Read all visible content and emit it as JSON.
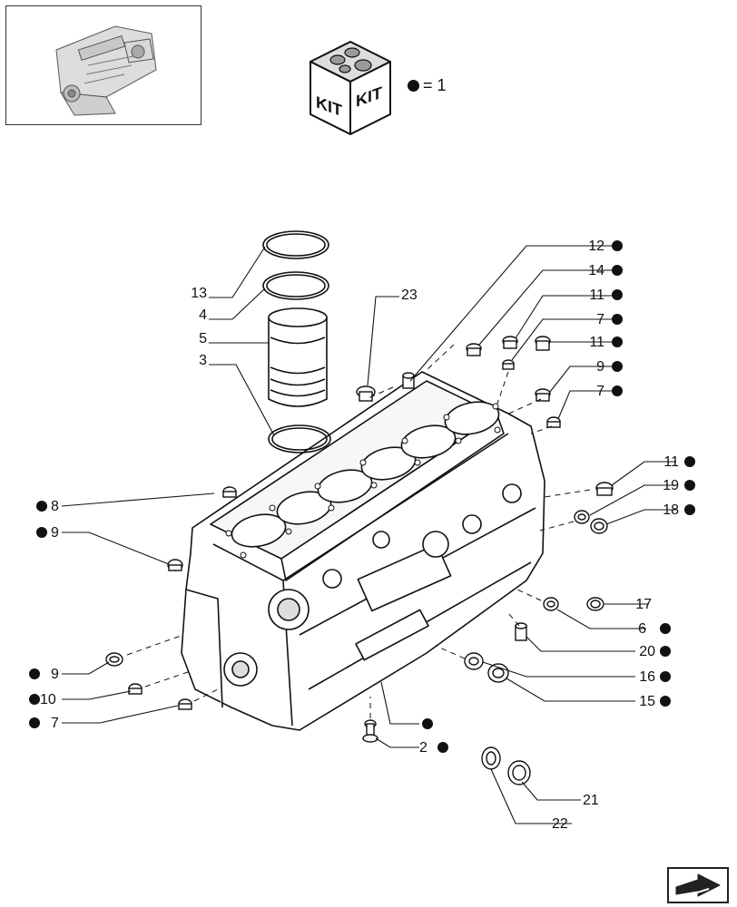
{
  "kit_legend": {
    "text": "= 1"
  },
  "kit_box": {
    "left_label": "KIT",
    "right_label": "KIT"
  },
  "callouts": [
    {
      "id": "13",
      "dot": false
    },
    {
      "id": "4",
      "dot": false
    },
    {
      "id": "5",
      "dot": false
    },
    {
      "id": "3",
      "dot": false
    },
    {
      "id": "23",
      "dot": false
    },
    {
      "id": "12",
      "dot": true
    },
    {
      "id": "14",
      "dot": true
    },
    {
      "id": "11",
      "dot": true
    },
    {
      "id": "7",
      "dot": true
    },
    {
      "id": "11",
      "dot": true
    },
    {
      "id": "9",
      "dot": true
    },
    {
      "id": "7",
      "dot": true
    },
    {
      "id": "11",
      "dot": true
    },
    {
      "id": "19",
      "dot": true
    },
    {
      "id": "18",
      "dot": true
    },
    {
      "id": "17",
      "dot": false
    },
    {
      "id": "6",
      "dot": true
    },
    {
      "id": "20",
      "dot": true
    },
    {
      "id": "16",
      "dot": true
    },
    {
      "id": "15",
      "dot": true
    },
    {
      "id": "8",
      "dot": true
    },
    {
      "id": "9",
      "dot": true
    },
    {
      "id": "9",
      "dot": true
    },
    {
      "id": "10",
      "dot": true
    },
    {
      "id": "7",
      "dot": true
    },
    {
      "id": "",
      "dot": true
    },
    {
      "id": "2",
      "dot": true
    },
    {
      "id": "21",
      "dot": false
    },
    {
      "id": "22",
      "dot": false
    }
  ],
  "icons": {
    "thumbnail": "engine-thumbnail-icon",
    "kit": "kit-box-icon",
    "nav": "next-page-arrow-icon"
  }
}
